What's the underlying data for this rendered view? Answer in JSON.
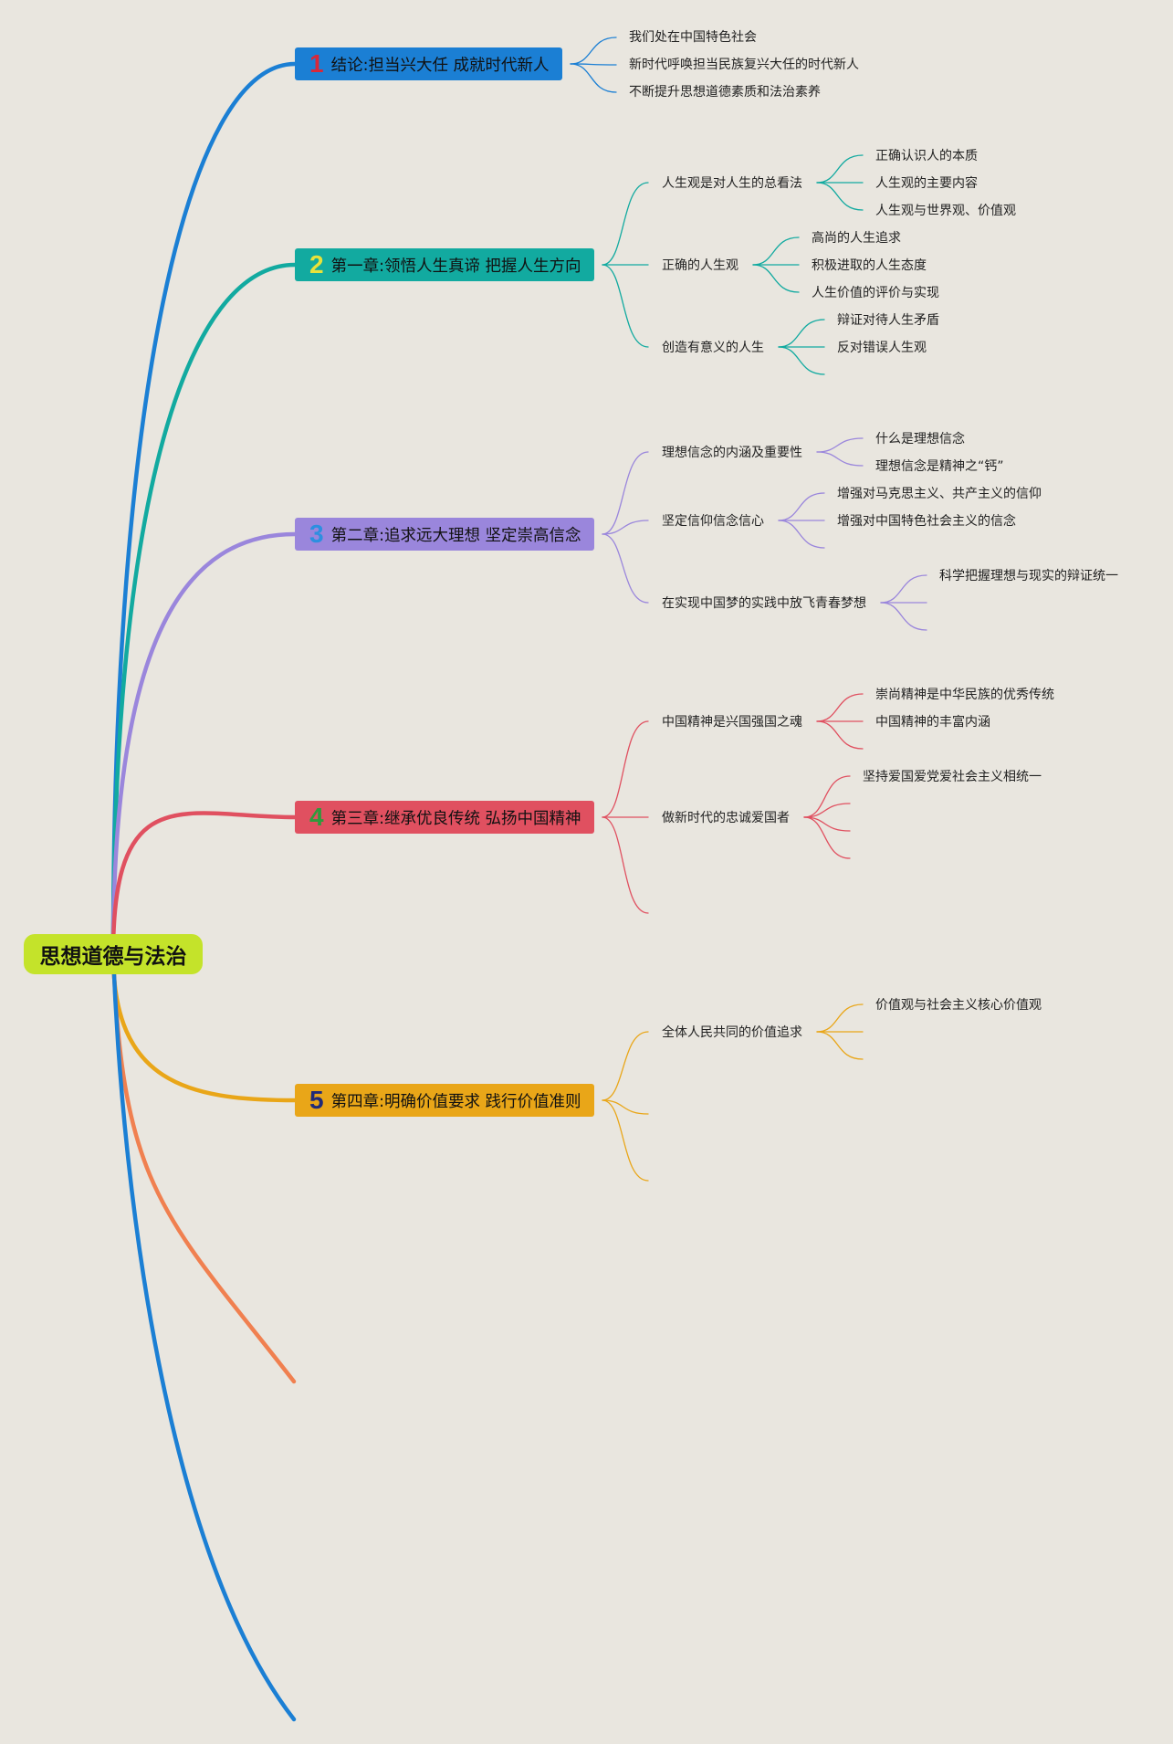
{
  "root": {
    "title": "思想道德与法治",
    "color": "#c4e32a"
  },
  "chapters": [
    {
      "num": "1",
      "title": "结论:担当兴大任 成就时代新人",
      "bg": "#1b7fd4",
      "num_color": "#d8283a",
      "line_color": "#1b7fd4",
      "children": [
        {
          "text": "我们处在中国特色社会",
          "children": []
        },
        {
          "text": "新时代呼唤担当民族复兴大任的时代新人",
          "children": []
        },
        {
          "text": "不断提升思想道德素质和法治素养",
          "children": []
        }
      ]
    },
    {
      "num": "2",
      "title": "第一章:领悟人生真谛 把握人生方向",
      "bg": "#12aaa0",
      "num_color": "#e8e23a",
      "line_color": "#12aaa0",
      "children": [
        {
          "text": "人生观是对人生的总看法",
          "children": [
            "正确认识人的本质",
            "人生观的主要内容",
            "人生观与世界观、价值观"
          ]
        },
        {
          "text": "正确的人生观",
          "children": [
            "高尚的人生追求",
            "积极进取的人生态度",
            "人生价值的评价与实现"
          ]
        },
        {
          "text": "创造有意义的人生",
          "children": [
            "辩证对待人生矛盾",
            "反对错误人生观",
            ""
          ]
        }
      ]
    },
    {
      "num": "3",
      "title": "第二章:追求远大理想 坚定崇高信念",
      "bg": "#9a86dc",
      "num_color": "#2d8fe0",
      "line_color": "#9a86dc",
      "children": [
        {
          "text": "理想信念的内涵及重要性",
          "children": [
            "什么是理想信念",
            "理想信念是精神之“钙”"
          ]
        },
        {
          "text": "坚定信仰信念信心",
          "children": [
            "增强对马克思主义、共产主义的信仰",
            "增强对中国特色社会主义的信念",
            ""
          ]
        },
        {
          "text": "在实现中国梦的实践中放飞青春梦想",
          "children": [
            "科学把握理想与现实的辩证统一",
            "",
            ""
          ]
        }
      ]
    },
    {
      "num": "4",
      "title": "第三章:继承优良传统 弘扬中国精神",
      "bg": "#e05060",
      "num_color": "#2f9a3c",
      "line_color": "#e05060",
      "children": [
        {
          "text": "中国精神是兴国强国之魂",
          "children": [
            "崇尚精神是中华民族的优秀传统",
            "中国精神的丰富内涵",
            ""
          ]
        },
        {
          "text": "做新时代的忠诚爱国者",
          "children": [
            "坚持爱国爱党爱社会主义相统一",
            "",
            "",
            ""
          ]
        },
        {
          "text": "",
          "children": []
        }
      ]
    },
    {
      "num": "5",
      "title": "第四章:明确价值要求 践行价值准则",
      "bg": "#e9a618",
      "num_color": "#1f2a78",
      "line_color": "#e9a618",
      "children": [
        {
          "text": "全体人民共同的价值追求",
          "children": [
            "价值观与社会主义核心价值观",
            "",
            ""
          ]
        },
        {
          "text": "",
          "children": []
        },
        {
          "text": "",
          "children": []
        }
      ]
    }
  ],
  "extra_branch_colors": [
    "#f08050",
    "#1b7fd4"
  ]
}
